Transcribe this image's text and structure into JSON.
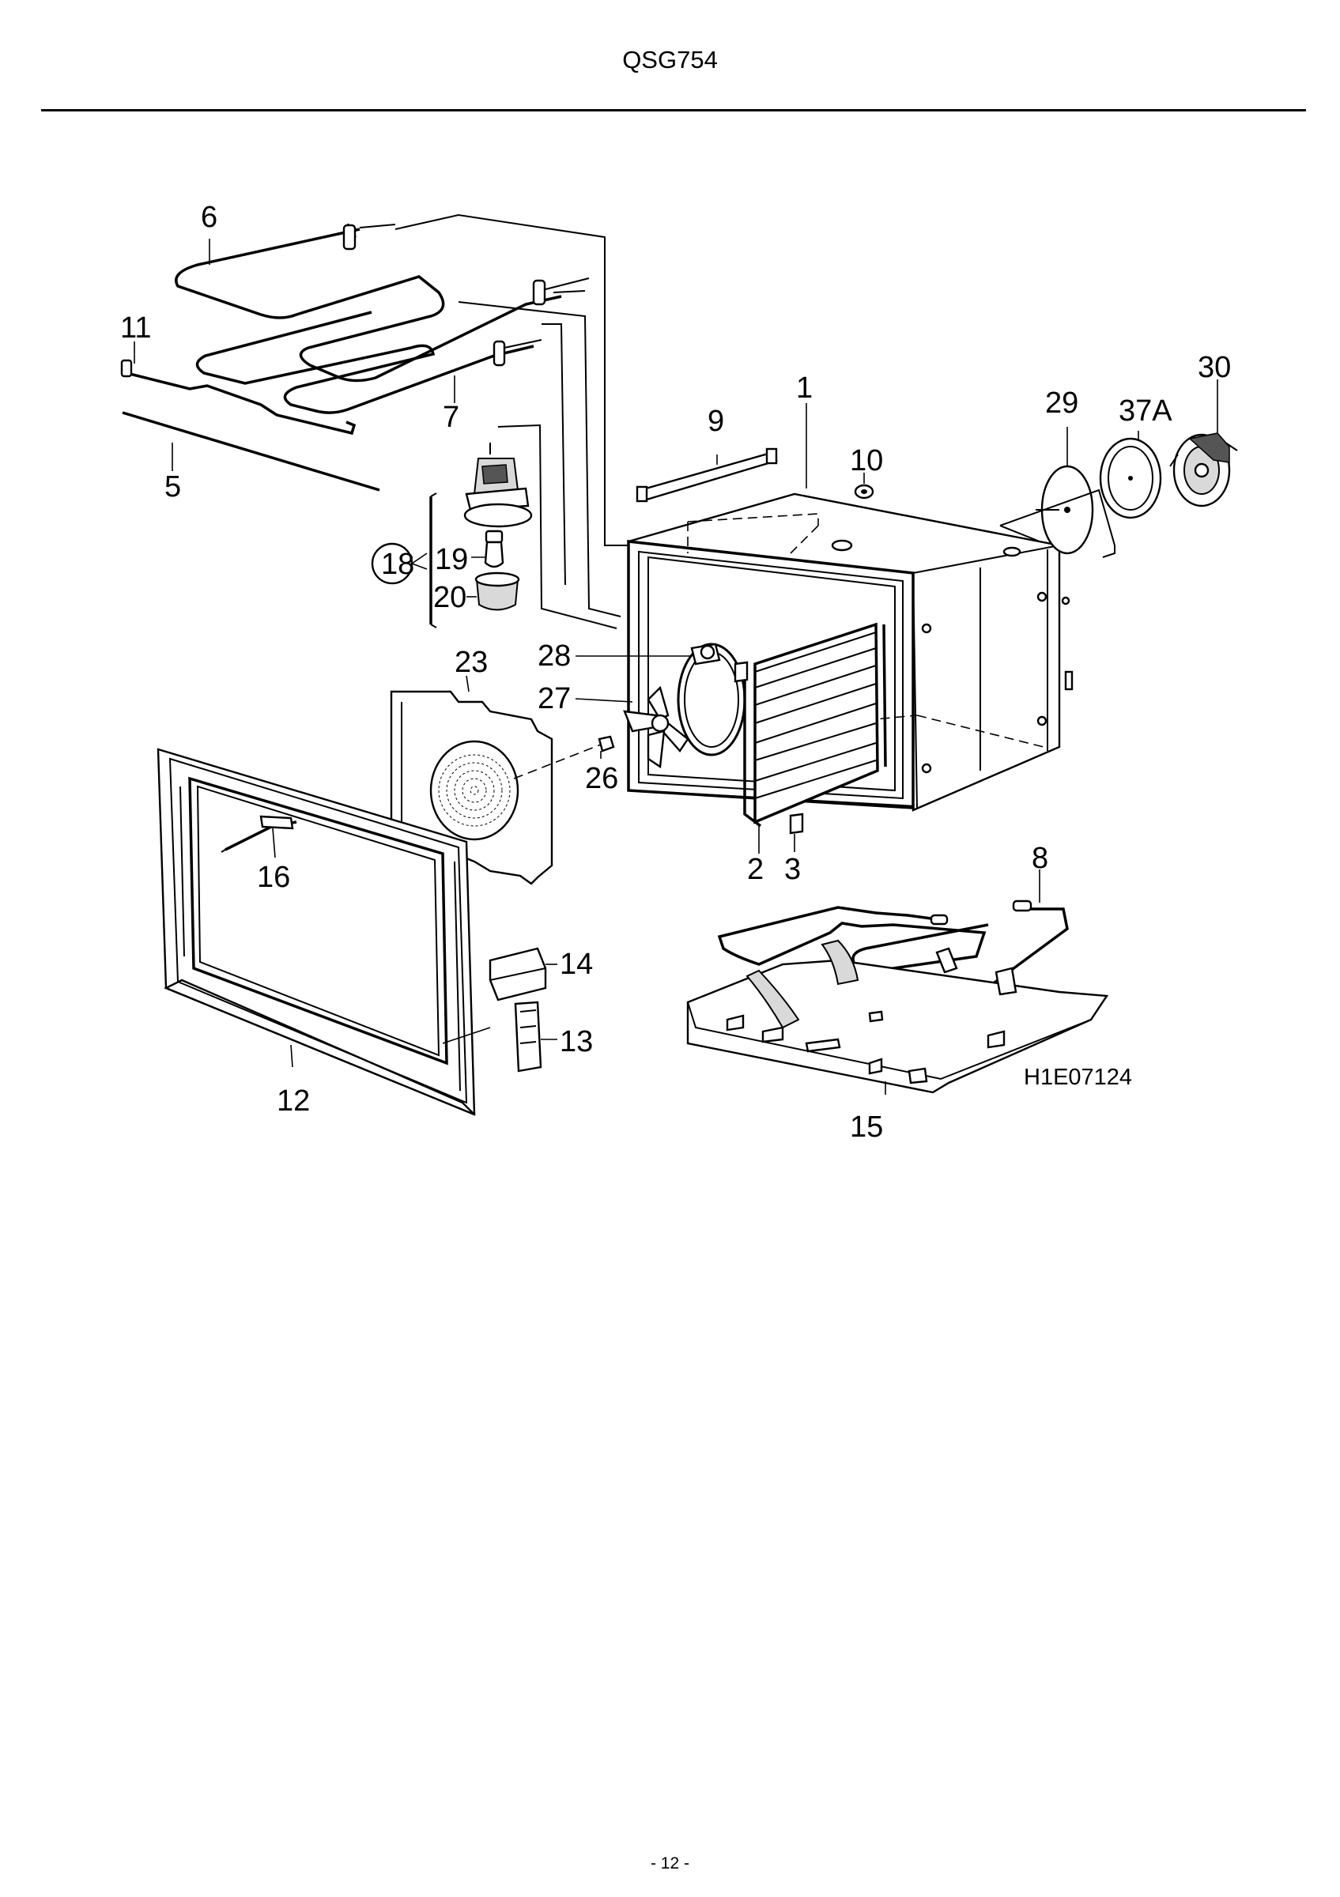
{
  "document": {
    "title": "QSG754",
    "page_number": "- 12 -"
  },
  "diagram": {
    "reference_code": "H1E07124",
    "callouts": {
      "p1": "1",
      "p2": "2",
      "p3": "3",
      "p5": "5",
      "p6": "6",
      "p7": "7",
      "p8": "8",
      "p9": "9",
      "p10": "10",
      "p11": "11",
      "p12": "12",
      "p13": "13",
      "p14": "14",
      "p15": "15",
      "p16": "16",
      "p18": "18",
      "p19": "19",
      "p20": "20",
      "p23": "23",
      "p26": "26",
      "p27": "27",
      "p28": "28",
      "p29": "29",
      "p30": "30",
      "p37a": "37A"
    }
  }
}
